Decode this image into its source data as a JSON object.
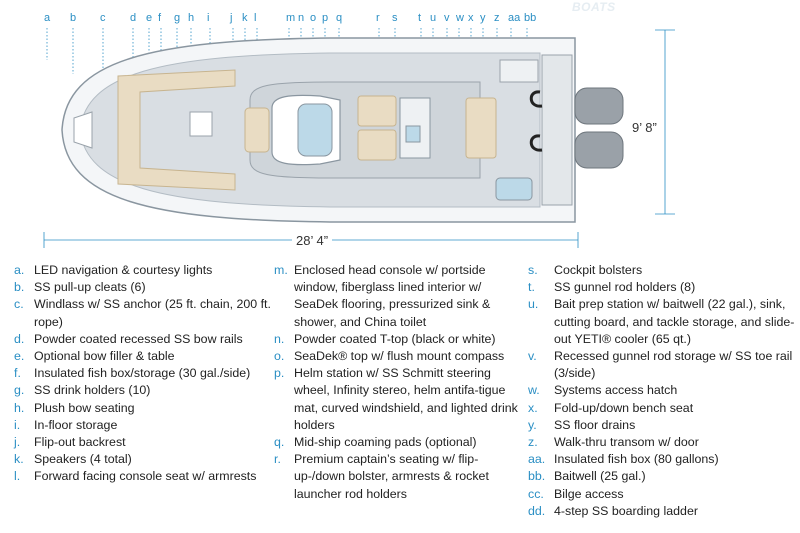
{
  "brand": "BOATS",
  "letters": [
    "a",
    "b",
    "c",
    "d",
    "e",
    "f",
    "g",
    "h",
    "i",
    "j",
    "k",
    "l",
    "m",
    "n",
    "o",
    "p",
    "q",
    "r",
    "s",
    "t",
    "u",
    "v",
    "w",
    "x",
    "y",
    "z",
    "aa",
    "bb"
  ],
  "dimensions": {
    "beam": "9’ 8”",
    "length": "28’ 4”"
  },
  "legend": {
    "col1": [
      {
        "key": "a.",
        "text": "LED navigation & courtesy lights"
      },
      {
        "key": "b.",
        "text": "SS pull-up cleats (6)"
      },
      {
        "key": "c.",
        "text": "Windlass w/ SS anchor (25 ft. chain, 200 ft. rope)"
      },
      {
        "key": "d.",
        "text": "Powder coated recessed SS bow rails"
      },
      {
        "key": "e.",
        "text": "Optional bow filler & table"
      },
      {
        "key": "f.",
        "text": "Insulated fish box/storage (30 gal./side)"
      },
      {
        "key": "g.",
        "text": "SS drink holders (10)"
      },
      {
        "key": "h.",
        "text": "Plush bow seating"
      },
      {
        "key": "i.",
        "text": "In-floor storage"
      },
      {
        "key": "j.",
        "text": "Flip-out backrest"
      },
      {
        "key": "k.",
        "text": "Speakers (4 total)"
      },
      {
        "key": "l.",
        "text": "Forward facing console seat w/ armrests"
      }
    ],
    "col2": [
      {
        "key": "m.",
        "text": "Enclosed head console w/ portside window, fiberglass lined interior w/ SeaDek flooring, pressurized sink & shower, and China toilet"
      },
      {
        "key": "n.",
        "text": "Powder coated T-top (black or white)"
      },
      {
        "key": "o.",
        "text": "SeaDek® top w/ flush mount compass"
      },
      {
        "key": "p.",
        "text": "Helm station w/ SS Schmitt steering wheel, Infinity stereo, helm antifa-tigue mat, curved windshield, and lighted drink holders"
      },
      {
        "key": "q.",
        "text": "Mid-ship coaming pads (optional)"
      },
      {
        "key": "r.",
        "text": "Premium captain’s seating w/ flip-up-/down bolster, armrests & rocket launcher rod holders"
      }
    ],
    "col3": [
      {
        "key": "s.",
        "text": "Cockpit bolsters"
      },
      {
        "key": "t.",
        "text": "SS gunnel rod holders (8)"
      },
      {
        "key": "u.",
        "text": "Bait prep station w/ baitwell (22 gal.), sink, cutting board, and tackle storage, and slide-out YETI® cooler (65 qt.)"
      },
      {
        "key": "v.",
        "text": "Recessed gunnel rod storage w/ SS toe rail (3/side)"
      },
      {
        "key": "w.",
        "text": "Systems access hatch"
      },
      {
        "key": "x.",
        "text": "Fold-up/down bench seat"
      },
      {
        "key": "y.",
        "text": "SS floor drains"
      },
      {
        "key": "z.",
        "text": "Walk-thru transom w/ door"
      },
      {
        "key": "aa.",
        "text": "Insulated fish box (80 gallons)"
      },
      {
        "key": "bb.",
        "text": "Baitwell (25 gal.)"
      },
      {
        "key": "cc.",
        "text": "Bilge access"
      },
      {
        "key": "dd.",
        "text": "4-step SS boarding ladder"
      }
    ]
  },
  "colors": {
    "accent": "#2b8fc4",
    "deck": "#d9dee3",
    "hull_line": "#8a96a0",
    "seating": "#e9dcc3",
    "engine": "#9aa1a8"
  }
}
